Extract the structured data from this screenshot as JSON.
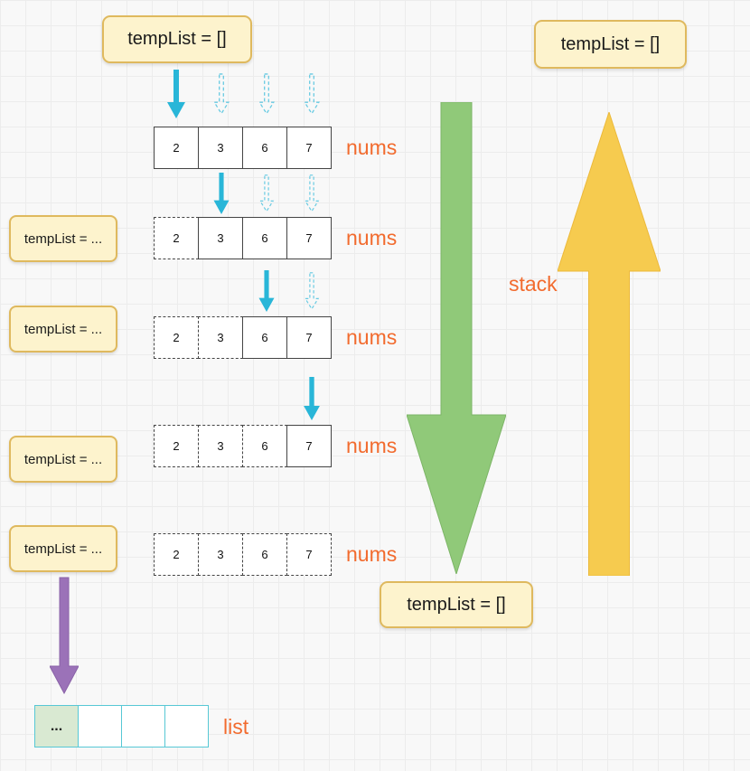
{
  "colors": {
    "background": "#f8f8f8",
    "grid_line": "#ececec",
    "note_fill": "#fdf3cd",
    "note_border": "#dfb95e",
    "label_orange": "#f26b2e",
    "cyan": "#29b6d8",
    "green": "#90c979",
    "gold": "#f6cb4f",
    "purple": "#9b72b8",
    "list_cell_border": "#57c8d5",
    "list_first_fill": "#d9e9d2"
  },
  "notes": {
    "top_left": "tempList = []",
    "top_right": "tempList = []",
    "bottom_center": "tempList = []",
    "side": [
      "tempList = ...",
      "tempList = ...",
      "tempList = ...",
      "tempList = ..."
    ]
  },
  "labels": {
    "stack": "stack",
    "list": "list"
  },
  "rows": [
    {
      "values": [
        "2",
        "3",
        "6",
        "7"
      ],
      "label": "nums"
    },
    {
      "values": [
        "2",
        "3",
        "6",
        "7"
      ],
      "label": "nums"
    },
    {
      "values": [
        "2",
        "3",
        "6",
        "7"
      ],
      "label": "nums"
    },
    {
      "values": [
        "2",
        "3",
        "6",
        "7"
      ],
      "label": "nums"
    },
    {
      "values": [
        "2",
        "3",
        "6",
        "7"
      ],
      "label": "nums"
    }
  ],
  "list_row": {
    "cells": [
      "...",
      "",
      "",
      ""
    ]
  }
}
